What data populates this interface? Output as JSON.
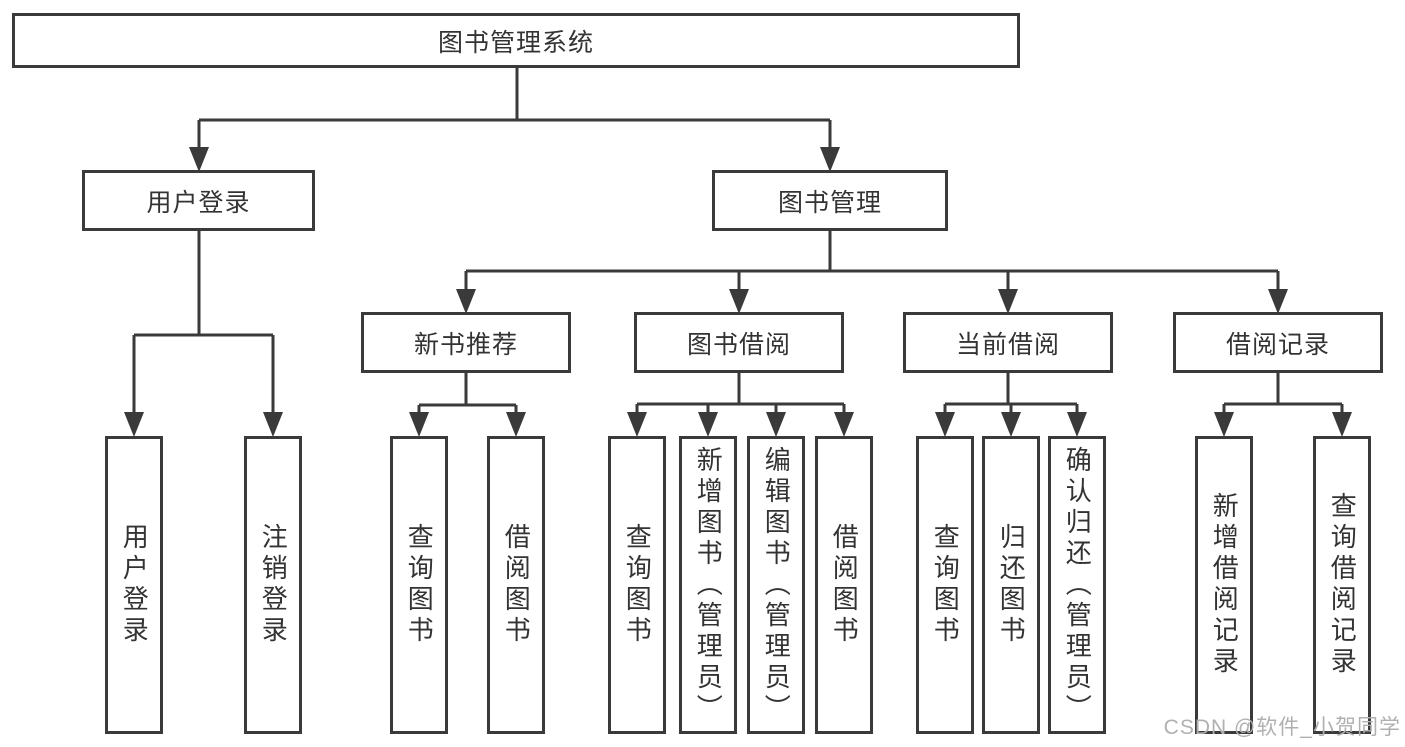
{
  "root": {
    "label": "图书管理系统"
  },
  "branches": [
    {
      "label": "用户登录",
      "children": [
        {
          "label": "用户登录"
        },
        {
          "label": "注销登录"
        }
      ]
    },
    {
      "label": "图书管理",
      "children": [
        {
          "label": "新书推荐",
          "children": [
            {
              "label": "查询图书"
            },
            {
              "label": "借阅图书"
            }
          ]
        },
        {
          "label": "图书借阅",
          "children": [
            {
              "label": "查询图书"
            },
            {
              "label": "新增图书（管理员）"
            },
            {
              "label": "编辑图书（管理员）"
            },
            {
              "label": "借阅图书"
            }
          ]
        },
        {
          "label": "当前借阅",
          "children": [
            {
              "label": "查询图书"
            },
            {
              "label": "归还图书"
            },
            {
              "label": "确认归还（管理员）"
            }
          ]
        },
        {
          "label": "借阅记录",
          "children": [
            {
              "label": "新增借阅记录"
            },
            {
              "label": "查询借阅记录"
            }
          ]
        }
      ]
    }
  ],
  "watermark": "CSDN @软件_小贺同学",
  "colors": {
    "line": "#3a3a3a",
    "text": "#333333",
    "background": "#ffffff",
    "watermark": "#b0b0b0"
  }
}
